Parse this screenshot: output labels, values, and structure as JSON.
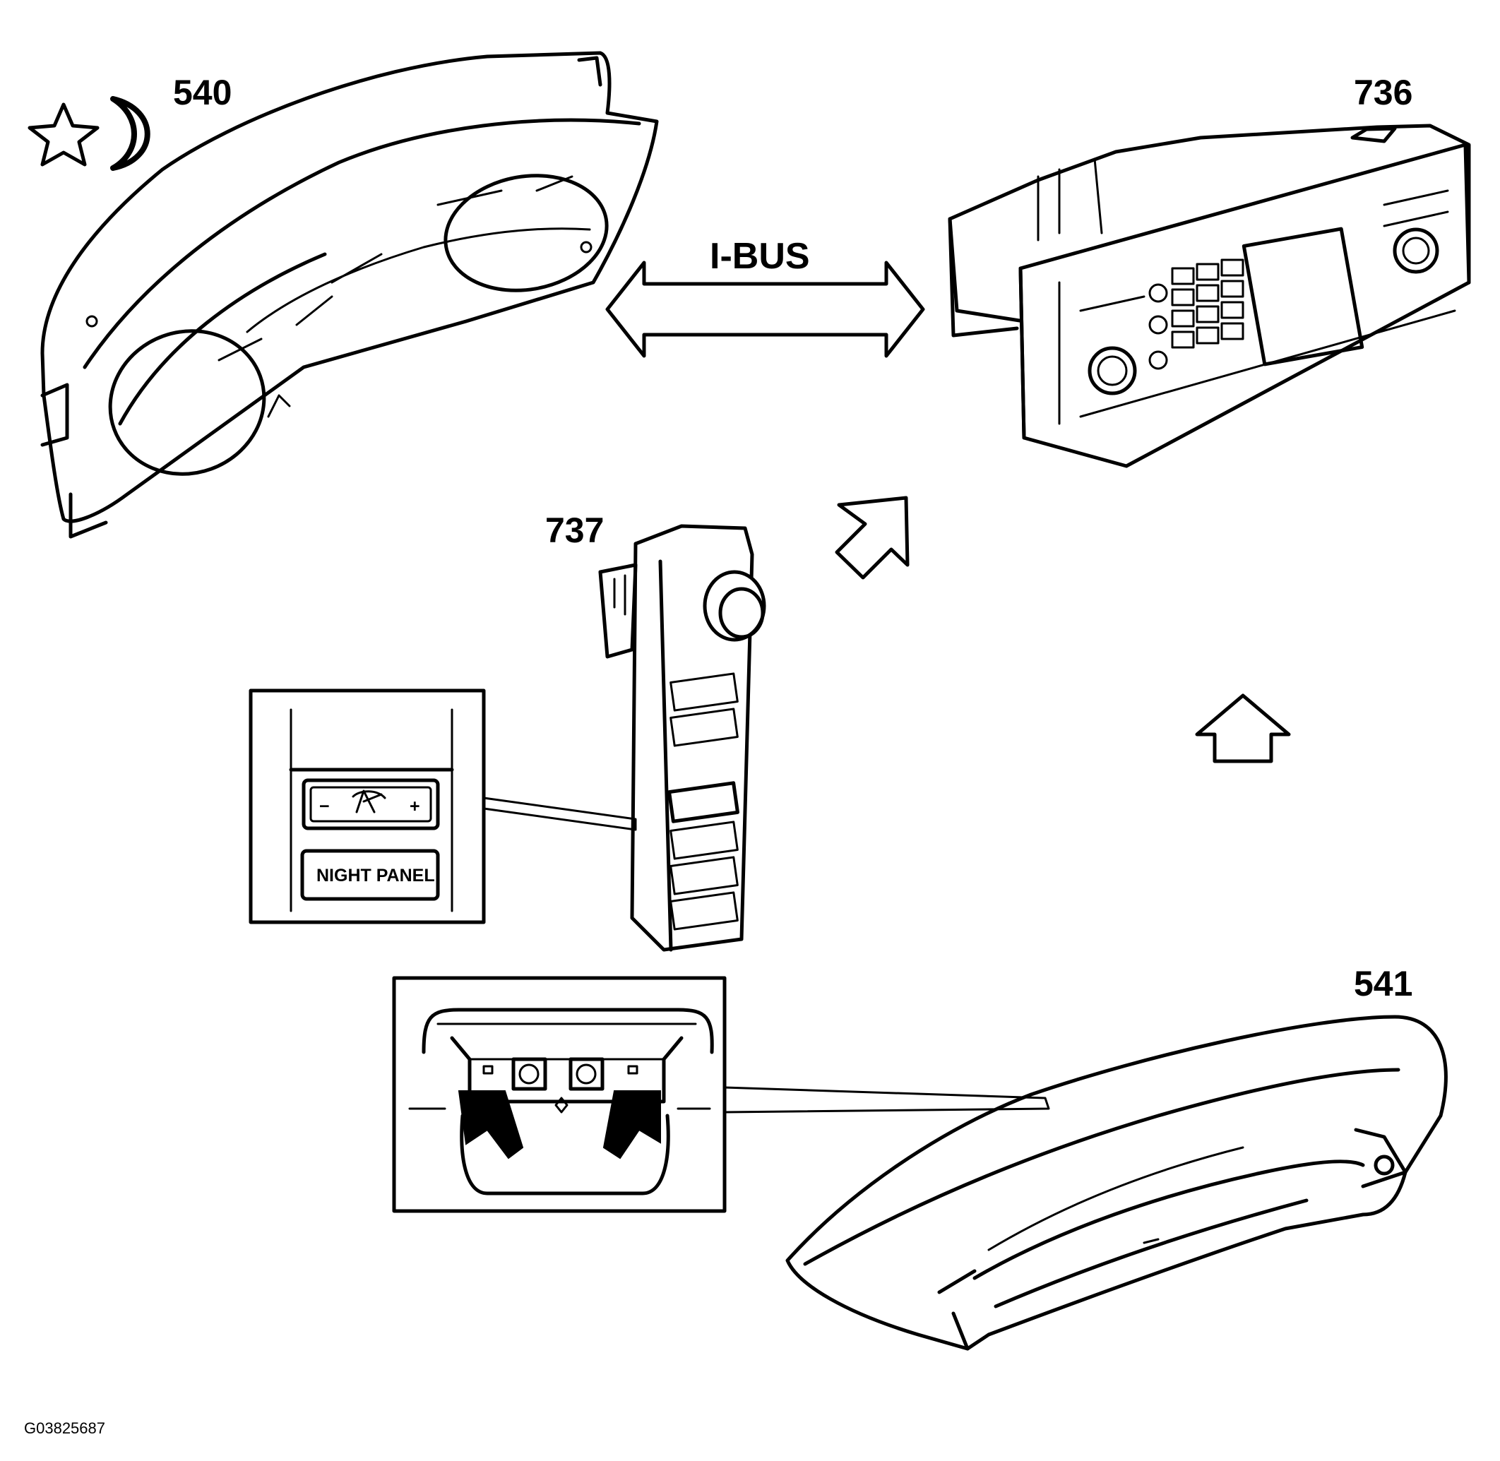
{
  "labels": {
    "part_540": "540",
    "part_736": "736",
    "part_737": "737",
    "part_541": "541",
    "bus": "I-BUS",
    "switch_minus": "−",
    "switch_plus": "+",
    "night_panel": "NIGHT PANEL",
    "figure_id": "G03825687"
  },
  "icons": [
    "star-icon",
    "moon-icon",
    "dimmer-icon",
    "double-arrow-icon",
    "outline-arrow-icon"
  ]
}
